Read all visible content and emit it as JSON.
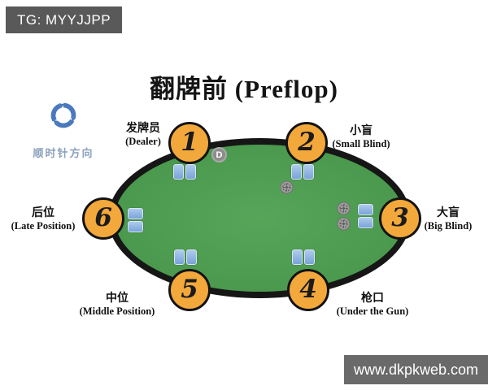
{
  "badges": {
    "tg": "TG: MYYJJPP",
    "website": "www.dkpkweb.com"
  },
  "title": "翻牌前 (Preflop)",
  "direction": {
    "label": "顺时针方向"
  },
  "dealer_button_label": "D",
  "seats": [
    {
      "number": "1",
      "label_cn": "发牌员",
      "label_en": "(Dealer)"
    },
    {
      "number": "2",
      "label_cn": "小盲",
      "label_en": "(Small Blind)"
    },
    {
      "number": "3",
      "label_cn": "大盲",
      "label_en": "(Big Blind)"
    },
    {
      "number": "4",
      "label_cn": "枪口",
      "label_en": "(Under the Gun)"
    },
    {
      "number": "5",
      "label_cn": "中位",
      "label_en": "(Middle Position)"
    },
    {
      "number": "6",
      "label_cn": "后位",
      "label_en": "(Late Position)"
    }
  ],
  "colors": {
    "seat_fill": "#f3a83c",
    "felt_green": "#4c9a4f",
    "rim_black": "#161616",
    "card_blue": "#85aede",
    "chip_grey": "#9d9d9d",
    "arrow_blue": "#4a79bd",
    "direction_text": "#8ba1bd",
    "badge_grey": "#5b5b5b"
  }
}
